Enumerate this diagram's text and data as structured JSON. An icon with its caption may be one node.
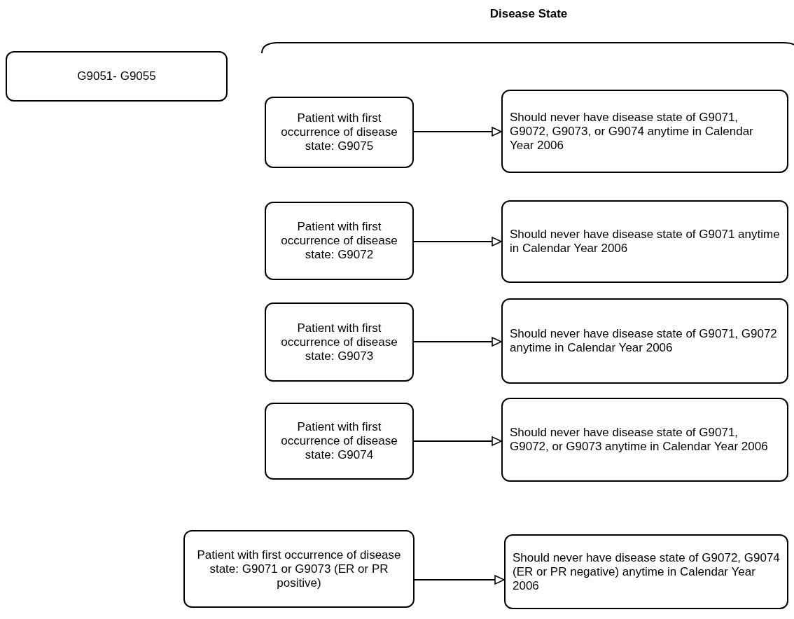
{
  "diagram": {
    "title": "Disease State",
    "nodes": [
      {
        "text": [
          "G9051- G9055"
        ]
      },
      {
        "text": [
          "Patient with first occurrence of disease state: G9075"
        ]
      },
      {
        "text": [
          "Should never have disease state of G9071, G9072, G9073, or G9074 anytime in Calendar Year 2006"
        ]
      },
      {
        "text": [
          "Patient with first occurrence of disease state: G9072"
        ]
      },
      {
        "text": [
          "Should never have disease state of G9071 anytime in Calendar Year 2006"
        ]
      },
      {
        "text": [
          "Patient with first occurrence of disease state: G9073"
        ]
      },
      {
        "text": [
          "Should never have disease state of G9071, G9072 anytime in Calendar Year 2006"
        ]
      },
      {
        "text": [
          "Patient with first occurrence of disease state: G9074"
        ]
      },
      {
        "text": [
          "Should never have disease state of G9071, G9072, or G9073 anytime in Calendar Year 2006"
        ]
      },
      {
        "text": [
          "Patient with first occurrence of disease state: G9071 or G9073 (ER or PR positive)"
        ]
      },
      {
        "text": [
          "Should never have disease state of G9072, G9074 (ER or PR negative) anytime in Calendar Year 2006"
        ]
      }
    ],
    "edges": [
      {
        "from": 1,
        "to": 2,
        "arrow": "to"
      },
      {
        "from": 3,
        "to": 4,
        "arrow": "to"
      },
      {
        "from": 5,
        "to": 6,
        "arrow": "to"
      },
      {
        "from": 7,
        "to": 8,
        "arrow": "to"
      },
      {
        "from": 9,
        "to": 10,
        "arrow": "to"
      }
    ]
  }
}
